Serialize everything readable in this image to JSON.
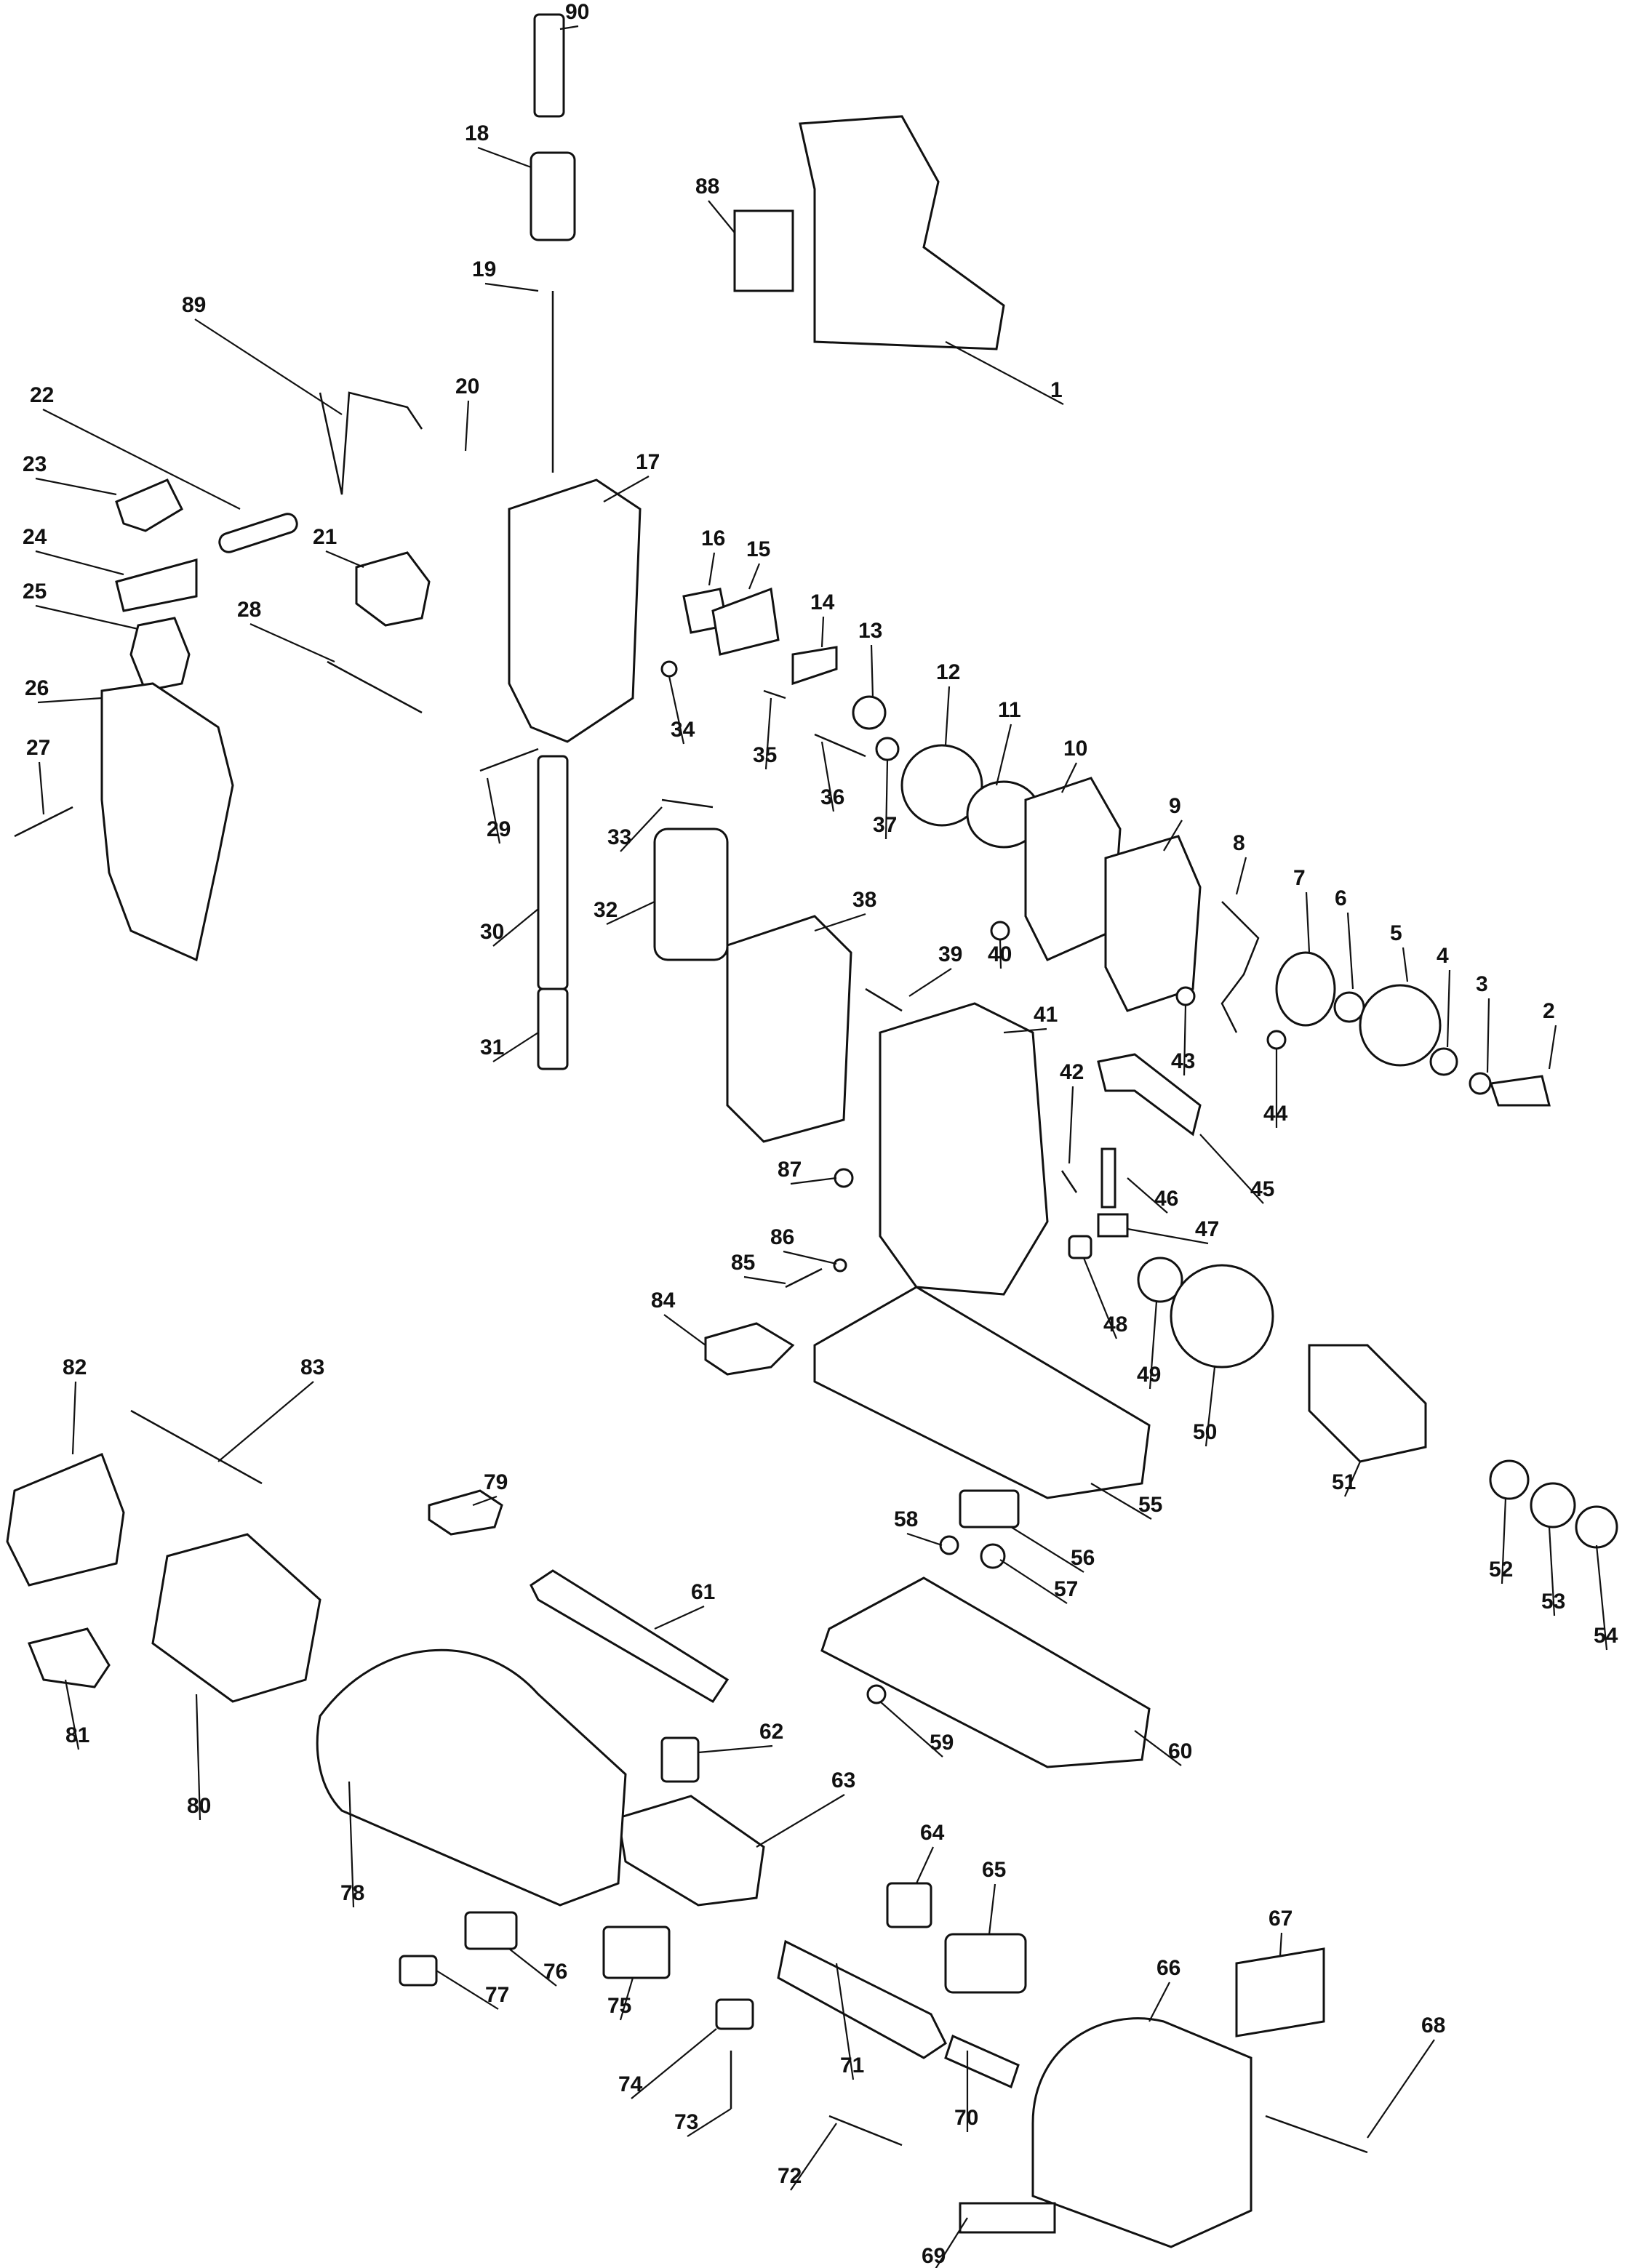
{
  "diagram": {
    "callout_numbers": [
      "1",
      "2",
      "3",
      "4",
      "5",
      "6",
      "7",
      "8",
      "9",
      "10",
      "11",
      "12",
      "13",
      "14",
      "15",
      "16",
      "17",
      "18",
      "19",
      "20",
      "21",
      "22",
      "23",
      "24",
      "25",
      "26",
      "27",
      "28",
      "29",
      "30",
      "31",
      "32",
      "33",
      "34",
      "35",
      "36",
      "37",
      "38",
      "39",
      "40",
      "41",
      "42",
      "43",
      "44",
      "45",
      "46",
      "47",
      "48",
      "49",
      "50",
      "51",
      "52",
      "53",
      "54",
      "55",
      "56",
      "57",
      "58",
      "59",
      "60",
      "61",
      "62",
      "63",
      "64",
      "65",
      "66",
      "67",
      "68",
      "69",
      "70",
      "71",
      "72",
      "73",
      "74",
      "75",
      "76",
      "77",
      "78",
      "79",
      "80",
      "81",
      "82",
      "83",
      "84",
      "85",
      "86",
      "87",
      "88",
      "89",
      "90"
    ]
  }
}
